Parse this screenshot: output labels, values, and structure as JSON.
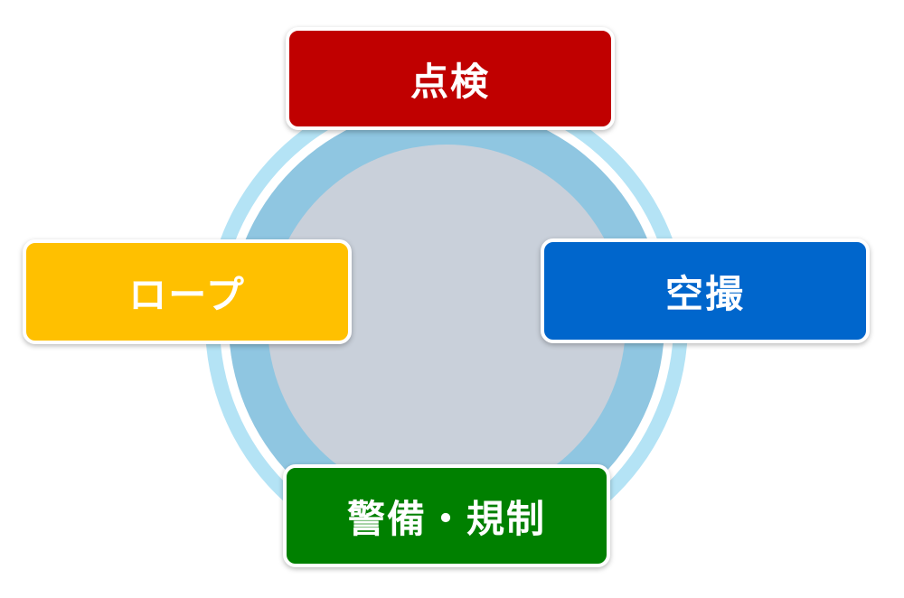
{
  "diagram": {
    "nodes": {
      "top": {
        "label": "点検",
        "color": "#c00000"
      },
      "left": {
        "label": "ロープ",
        "color": "#ffc000"
      },
      "right": {
        "label": "空撮",
        "color": "#0066cc"
      },
      "bottom": {
        "label": "警備・規制",
        "color": "#008000"
      }
    },
    "ring_colors": {
      "outer": "#b4e3f5",
      "inner": "#8fc6e1",
      "core": "#c9d0da"
    }
  }
}
